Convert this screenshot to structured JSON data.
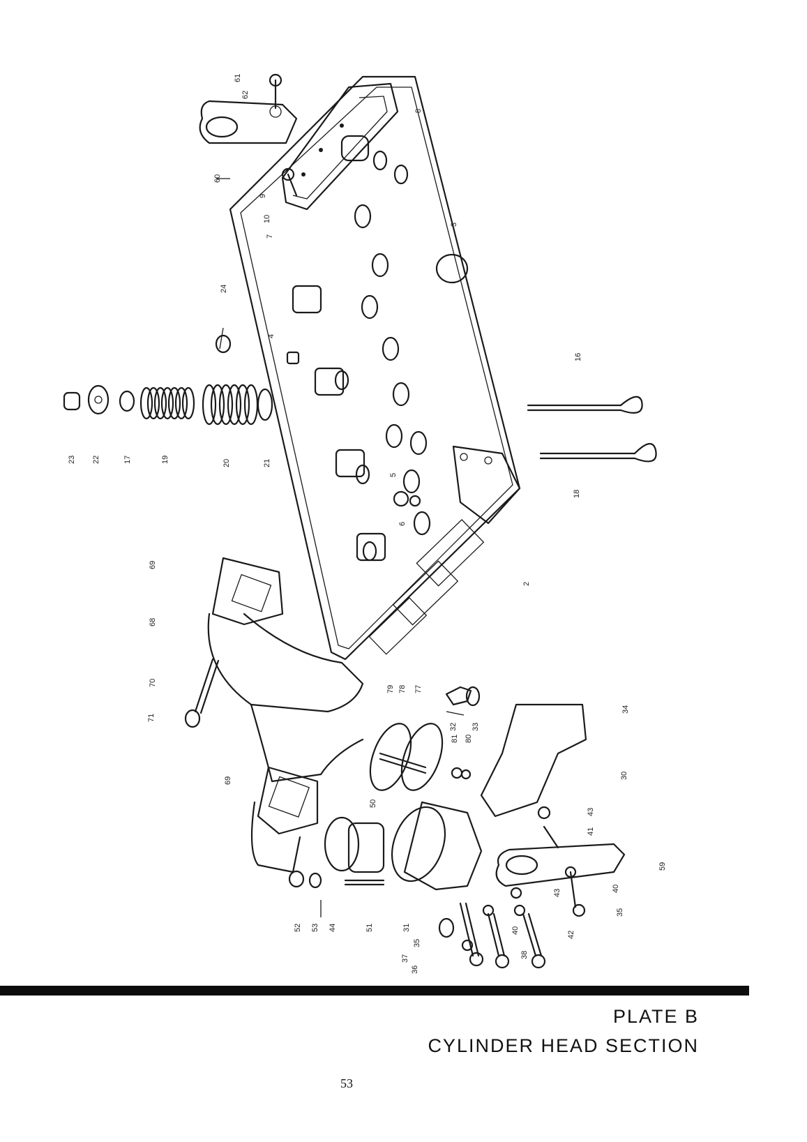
{
  "plate": {
    "title": "PLATE B",
    "subtitle": "CYLINDER HEAD SECTION",
    "page_number": "53"
  },
  "callouts": [
    "61",
    "62",
    "60",
    "8",
    "9",
    "10",
    "7",
    "3",
    "24",
    "4",
    "16",
    "23",
    "22",
    "17",
    "19",
    "20",
    "21",
    "5",
    "6",
    "18",
    "69",
    "68",
    "70",
    "71",
    "2",
    "79",
    "78",
    "77",
    "32",
    "33",
    "81",
    "80",
    "34",
    "50",
    "30",
    "43",
    "41",
    "69",
    "59",
    "52",
    "53",
    "44",
    "51",
    "31",
    "35",
    "37",
    "36",
    "40",
    "38",
    "43",
    "42",
    "40",
    "35"
  ]
}
